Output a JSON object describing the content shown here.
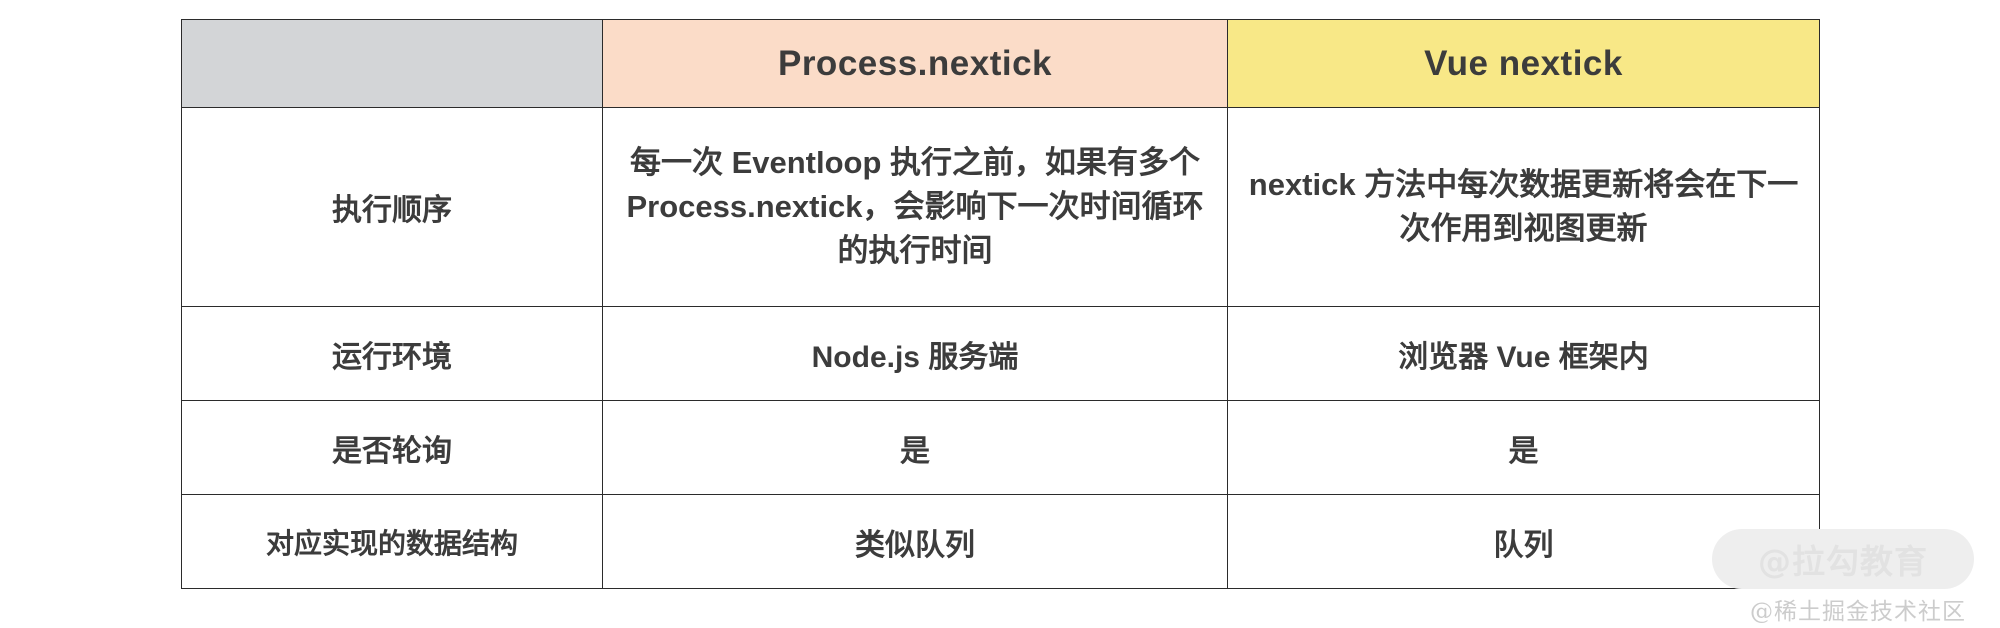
{
  "table": {
    "columns": [
      {
        "key": "feature",
        "header": "",
        "bg": "#d3d5d7"
      },
      {
        "key": "process",
        "header": "Process.nextick",
        "bg": "#fbdcc8"
      },
      {
        "key": "vue",
        "header": "Vue nextick",
        "bg": "#f8e887"
      }
    ],
    "rows": [
      {
        "label": "执行顺序",
        "process": "每一次 Eventloop 执行之前，如果有多个 Process.nextick，会影响下一次时间循环的执行时间",
        "vue": "nextick 方法中每次数据更新将会在下一次作用到视图更新"
      },
      {
        "label": "运行环境",
        "process": "Node.js 服务端",
        "vue": "浏览器 Vue 框架内"
      },
      {
        "label": "是否轮询",
        "process": "是",
        "vue": "是"
      },
      {
        "label": "对应实现的数据结构",
        "process": "类似队列",
        "vue": "队列"
      }
    ]
  },
  "watermarks": {
    "primary": "@拉勾教育",
    "secondary": "@稀土掘金技术社区"
  },
  "colors": {
    "header_blank_bg": "#d3d5d7",
    "header_process_bg": "#fbdcc8",
    "header_vue_bg": "#f8e887",
    "border": "#2b2b2b",
    "text": "#3c3c3c",
    "watermark_pill_bg": "#eeeeee",
    "watermark_pill_text": "#e2e2e2",
    "watermark_sub_text": "#cccccc",
    "page_bg": "#ffffff"
  }
}
